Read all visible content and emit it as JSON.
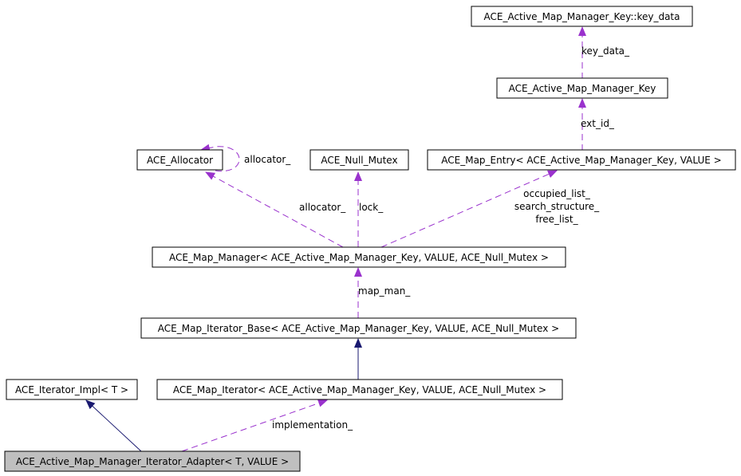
{
  "colors": {
    "usage_edge": "#9a32cd",
    "inherit_edge": "#191970",
    "node_fill": "#ffffff",
    "highlight_fill": "#bfbfbf",
    "node_border": "#000000"
  },
  "nodes": {
    "key_data": "ACE_Active_Map_Manager_Key::key_data",
    "key": "ACE_Active_Map_Manager_Key",
    "allocator": "ACE_Allocator",
    "null_mutex": "ACE_Null_Mutex",
    "map_entry": "ACE_Map_Entry< ACE_Active_Map_Manager_Key, VALUE >",
    "map_manager": "ACE_Map_Manager< ACE_Active_Map_Manager_Key, VALUE, ACE_Null_Mutex >",
    "iterator_base": "ACE_Map_Iterator_Base< ACE_Active_Map_Manager_Key, VALUE, ACE_Null_Mutex >",
    "iterator_impl": "ACE_Iterator_Impl< T >",
    "map_iterator": "ACE_Map_Iterator< ACE_Active_Map_Manager_Key, VALUE, ACE_Null_Mutex >",
    "adapter": "ACE_Active_Map_Manager_Iterator_Adapter< T, VALUE >"
  },
  "edge_labels": {
    "key_data": "key_data_",
    "ext_id": "ext_id_",
    "allocator_self": "allocator_",
    "allocator": "allocator_",
    "lock": "lock_",
    "occupied_list": "occupied_list_",
    "search_structure": "search_structure_",
    "free_list": "free_list_",
    "map_man": "map_man_",
    "implementation": "implementation_"
  }
}
